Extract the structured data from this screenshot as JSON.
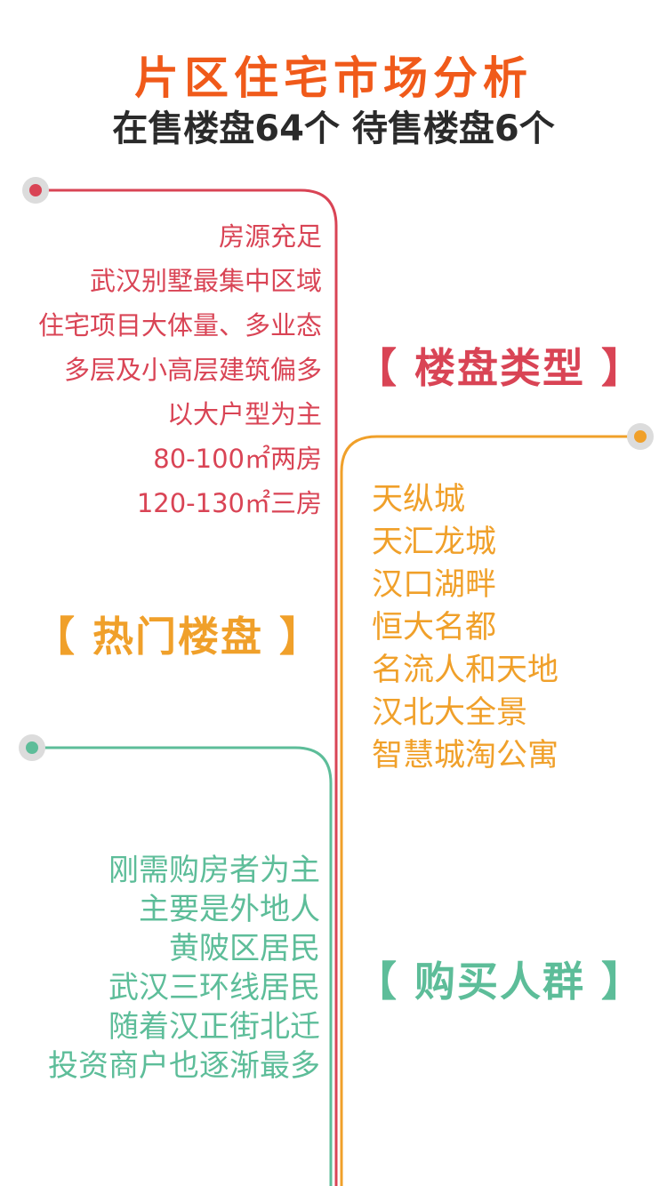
{
  "title": "片区住宅市场分析",
  "subtitle": "在售楼盘64个 待售楼盘6个",
  "colors": {
    "title": "#f05a1a",
    "red": "#d94455",
    "orange": "#f0a02a",
    "green": "#5dbd99",
    "dot_ring": "#dcdcdc"
  },
  "sections": {
    "property_type": {
      "heading": "【 楼盘类型 】",
      "items": [
        "房源充足",
        "武汉别墅最集中区域",
        "住宅项目大体量、多业态",
        "多层及小高层建筑偏多",
        "以大户型为主",
        "80-100㎡两房",
        "120-130㎡三房"
      ]
    },
    "hot_properties": {
      "heading": "【 热门楼盘 】",
      "items": [
        "天纵城",
        "天汇龙城",
        "汉口湖畔",
        "恒大名都",
        "名流人和天地",
        "汉北大全景",
        "智慧城淘公寓"
      ]
    },
    "buyers": {
      "heading": "【 购买人群 】",
      "items": [
        "刚需购房者为主",
        "主要是外地人",
        "黄陂区居民",
        "武汉三环线居民",
        "随着汉正街北迁",
        "投资商户也逐渐最多"
      ]
    }
  }
}
